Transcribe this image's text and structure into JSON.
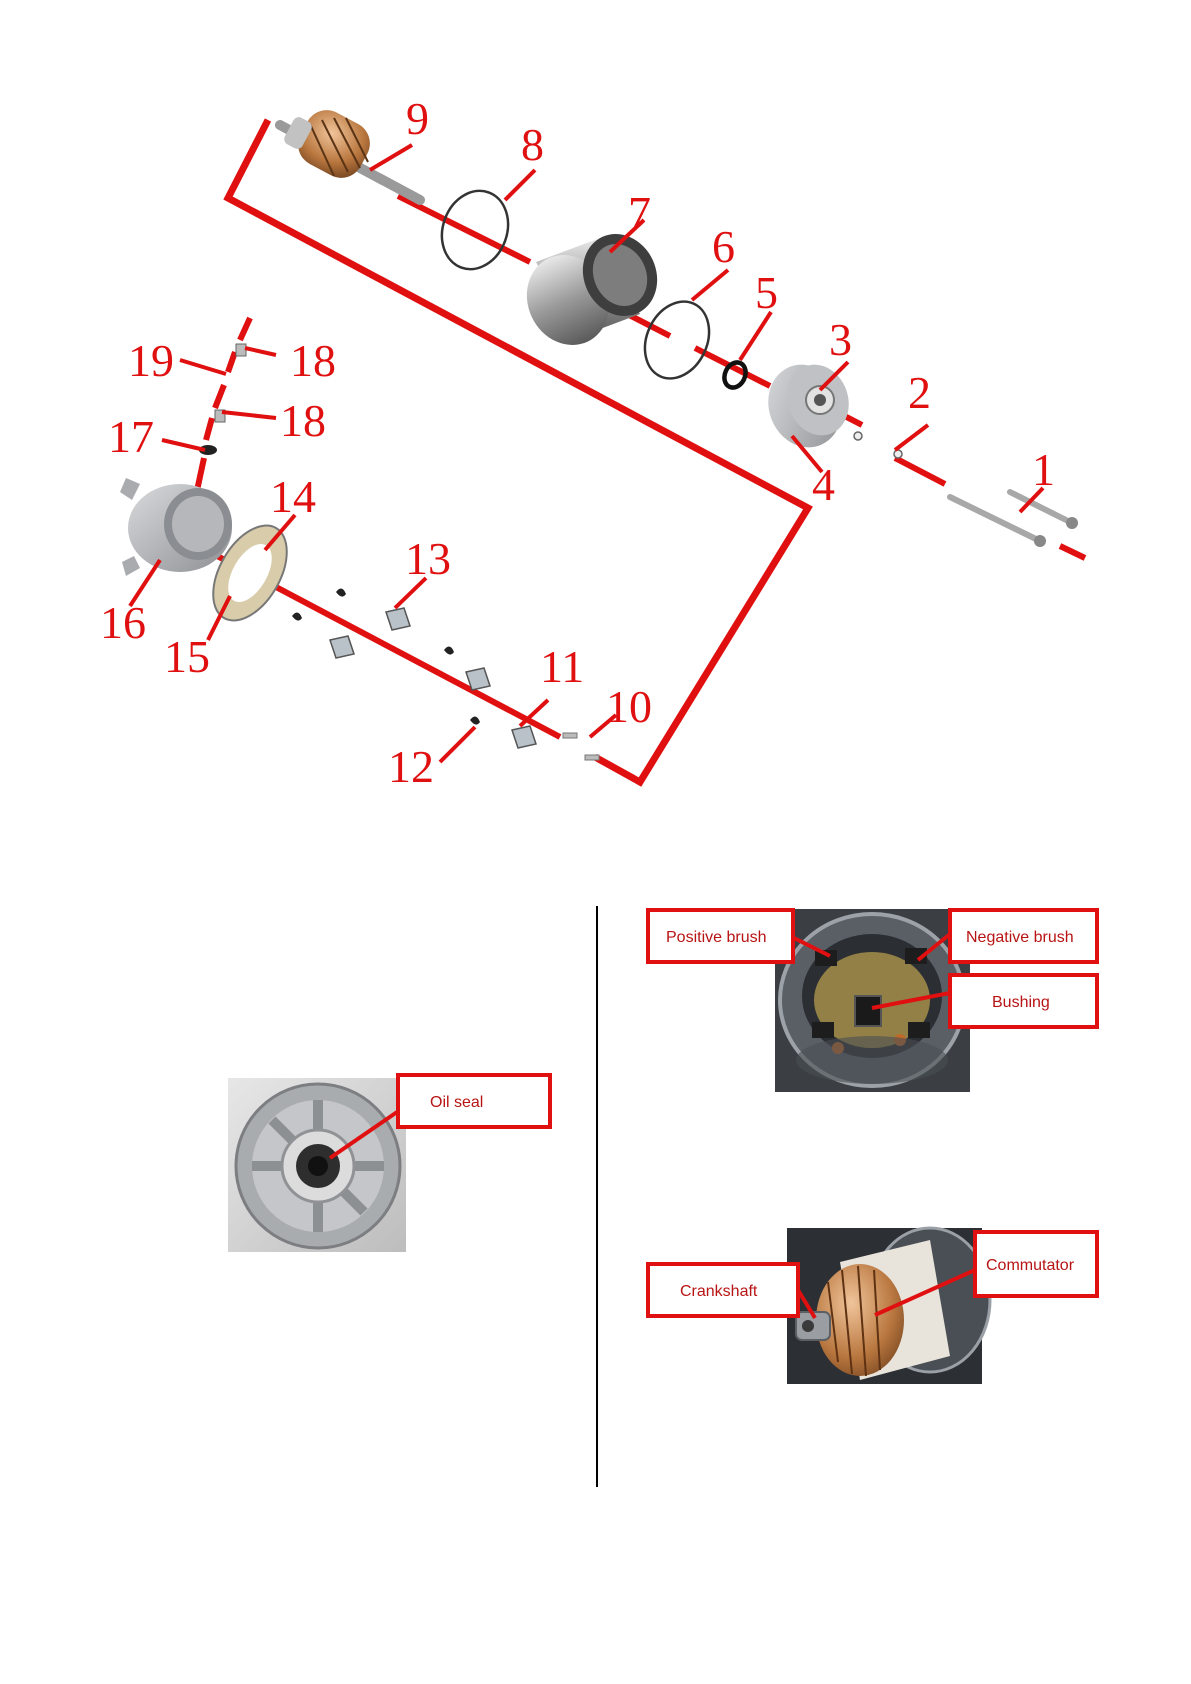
{
  "exploded_view": {
    "callouts": [
      {
        "n": "1"
      },
      {
        "n": "2"
      },
      {
        "n": "3"
      },
      {
        "n": "4"
      },
      {
        "n": "5"
      },
      {
        "n": "6"
      },
      {
        "n": "7"
      },
      {
        "n": "8"
      },
      {
        "n": "9"
      },
      {
        "n": "10"
      },
      {
        "n": "11"
      },
      {
        "n": "12"
      },
      {
        "n": "13"
      },
      {
        "n": "14"
      },
      {
        "n": "15"
      },
      {
        "n": "16"
      },
      {
        "n": "17"
      },
      {
        "n": "18"
      },
      {
        "n": "18"
      },
      {
        "n": "19"
      }
    ]
  },
  "photos": {
    "end_cover": {
      "label": "Oil seal"
    },
    "brush_holder": {
      "labels": [
        "Positive brush",
        "Negative brush",
        "Bushing"
      ]
    },
    "armature": {
      "labels": [
        "Crankshaft",
        "Commutator"
      ]
    }
  },
  "colors": {
    "accent": "#e01010"
  }
}
